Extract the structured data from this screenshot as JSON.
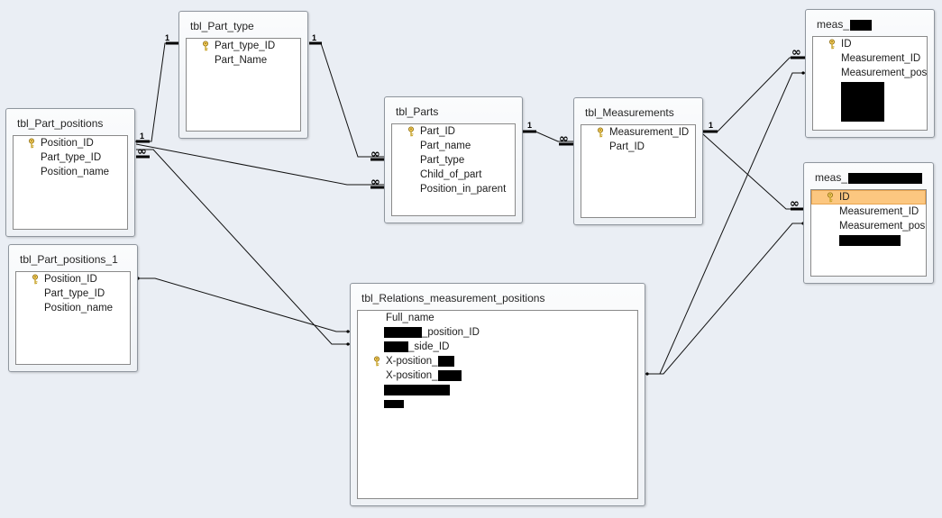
{
  "tables": [
    {
      "id": "tbl-part-positions",
      "title": "tbl_Part_positions",
      "fields": [
        {
          "name": "Position_ID",
          "key": true
        },
        {
          "name": "Part_type_ID",
          "key": false
        },
        {
          "name": "Position_name",
          "key": false
        }
      ]
    },
    {
      "id": "tbl-part-type",
      "title": "tbl_Part_type",
      "fields": [
        {
          "name": "Part_type_ID",
          "key": true
        },
        {
          "name": "Part_Name",
          "key": false
        }
      ]
    },
    {
      "id": "tbl-parts",
      "title": "tbl_Parts",
      "fields": [
        {
          "name": "Part_ID",
          "key": true
        },
        {
          "name": "Part_name",
          "key": false
        },
        {
          "name": "Part_type",
          "key": false
        },
        {
          "name": "Child_of_part",
          "key": false
        },
        {
          "name": "Position_in_parent",
          "key": false
        }
      ]
    },
    {
      "id": "tbl-measurements",
      "title": "tbl_Measurements",
      "fields": [
        {
          "name": "Measurement_ID",
          "key": true
        },
        {
          "name": "Part_ID",
          "key": false
        }
      ]
    },
    {
      "id": "meas-1",
      "title": "meas_",
      "fields": [
        {
          "name": "ID",
          "key": true
        },
        {
          "name": "Measurement_ID",
          "key": false
        },
        {
          "name": "Measurement_posi",
          "key": false
        }
      ]
    },
    {
      "id": "meas-2",
      "title": "meas_",
      "fields": [
        {
          "name": "ID",
          "key": true,
          "highlight": true
        },
        {
          "name": "Measurement_ID",
          "key": false
        },
        {
          "name": "Measurement_posi",
          "key": false
        }
      ]
    },
    {
      "id": "tbl-part-positions-1",
      "title": "tbl_Part_positions_1",
      "fields": [
        {
          "name": "Position_ID",
          "key": true
        },
        {
          "name": "Part_type_ID",
          "key": false
        },
        {
          "name": "Position_name",
          "key": false
        }
      ]
    },
    {
      "id": "tbl-relations",
      "title": "tbl_Relations_measurement_positions",
      "fields": [
        {
          "name": "Full_name",
          "key": false
        },
        {
          "name": "_position_ID",
          "key": false
        },
        {
          "name": "_side_ID",
          "key": false
        },
        {
          "name": "X-position_",
          "key": true
        },
        {
          "name": "X-position_",
          "key": false
        },
        {
          "name": "",
          "key": false
        },
        {
          "name": "",
          "key": false
        }
      ]
    }
  ],
  "relationships": [
    {
      "from": "tbl_Part_type.Part_type_ID",
      "to": "tbl_Part_positions.Part_type_ID",
      "one_label": "1",
      "many_label": "1"
    },
    {
      "from": "tbl_Part_type.Part_type_ID",
      "to": "tbl_Parts.Part_type",
      "one_label": "1",
      "many_label": "∞"
    },
    {
      "from": "tbl_Part_positions.Position_ID",
      "to": "tbl_Parts.Position_in_parent",
      "one_label": "",
      "many_label": "∞"
    },
    {
      "from": "tbl_Parts.Part_ID",
      "to": "tbl_Measurements.Part_ID",
      "one_label": "1",
      "many_label": "∞"
    },
    {
      "from": "tbl_Measurements.Measurement_ID",
      "to": "meas_.Measurement_ID",
      "one_label": "1",
      "many_label": "∞"
    },
    {
      "from": "tbl_Measurements.Measurement_ID",
      "to": "meas_.Measurement_ID",
      "one_label": "",
      "many_label": "∞"
    }
  ]
}
